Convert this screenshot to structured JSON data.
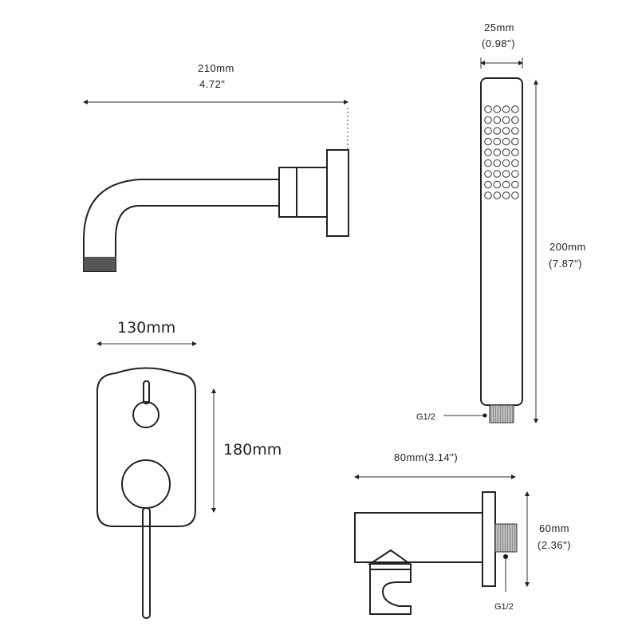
{
  "spout": {
    "width_mm": "210mm",
    "width_in": "4.72\""
  },
  "hand_shower": {
    "width_mm": "25mm",
    "width_in": "(0.98\")",
    "length_mm": "200mm",
    "length_in": "(7.87\")",
    "thread": "G1/2"
  },
  "valve": {
    "width": "130mm",
    "height": "180mm"
  },
  "holder": {
    "width": "80mm(3.14\")",
    "height_mm": "60mm",
    "height_in": "(2.36\")",
    "thread": "G1/2"
  }
}
